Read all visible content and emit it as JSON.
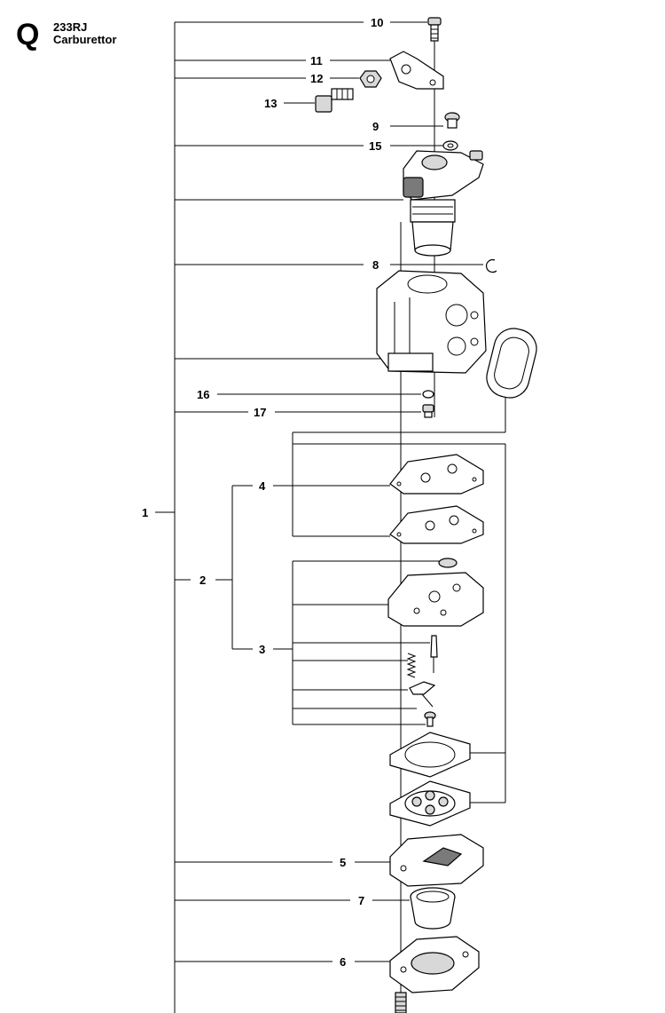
{
  "header": {
    "section_letter": "Q",
    "model": "233RJ",
    "title": "Carburettor"
  },
  "callouts": {
    "c1": "1",
    "c2": "2",
    "c3": "3",
    "c4": "4",
    "c5": "5",
    "c6": "6",
    "c7": "7",
    "c8": "8",
    "c9": "9",
    "c10": "10",
    "c11": "11",
    "c12": "12",
    "c13": "13",
    "c15": "15",
    "c16": "16",
    "c17": "17"
  }
}
